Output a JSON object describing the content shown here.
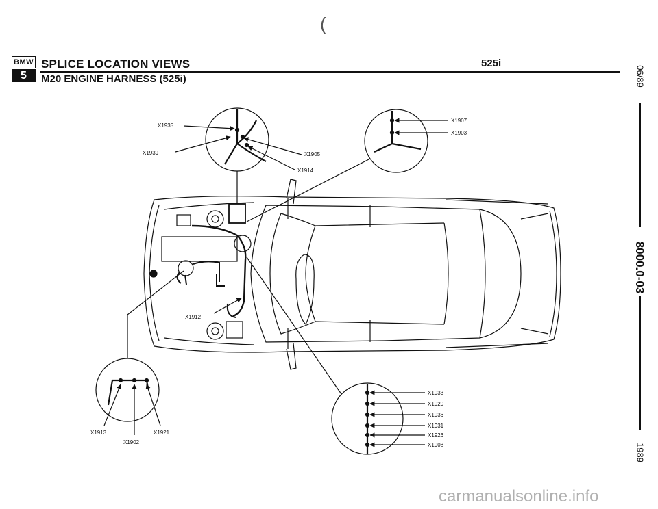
{
  "header": {
    "logo_top": "BMW",
    "logo_bottom": "5",
    "title": "SPLICE LOCATION VIEWS",
    "model": "525i",
    "subtitle": "M20 ENGINE HARNESS (525i)"
  },
  "margin": {
    "date": "06/89",
    "code": "8000.0-03",
    "year": "1989"
  },
  "page_mark": "(",
  "splices": {
    "x1935": "X1935",
    "x1939": "X1939",
    "x1905": "X1905",
    "x1914": "X1914",
    "x1907": "X1907",
    "x1903": "X1903",
    "x1912": "X1912",
    "x1913": "X1913",
    "x1921": "X1921",
    "x1902": "X1902",
    "x1933": "X1933",
    "x1920": "X1920",
    "x1936": "X1936",
    "x1931": "X1931",
    "x1926": "X1926",
    "x1908": "X1908"
  },
  "watermark": "carmanualsonline.info",
  "colors": {
    "ink": "#111111",
    "paper": "#ffffff",
    "watermark": "#b0b0b0"
  }
}
